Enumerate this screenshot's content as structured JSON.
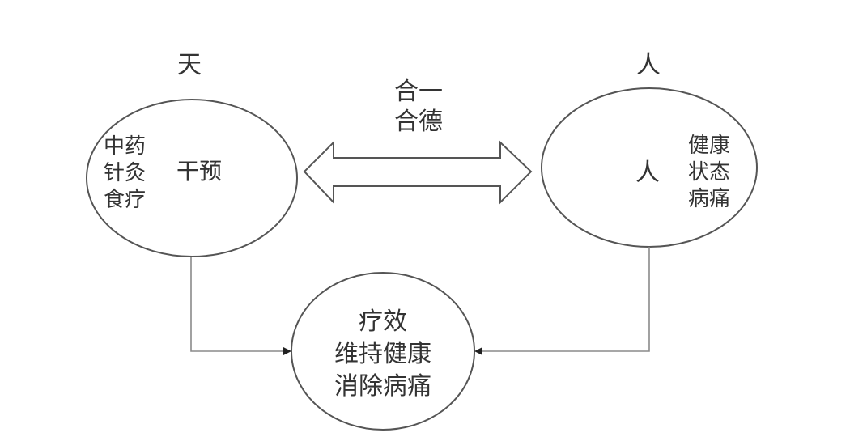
{
  "diagram": {
    "heaven_title": "天",
    "human_title": "人",
    "left_node": {
      "methods": [
        "中药",
        "针灸",
        "食疗"
      ],
      "label": "干预"
    },
    "right_node": {
      "label": "人",
      "states": [
        "健康",
        "状态",
        "病痛"
      ]
    },
    "link_label": [
      "合一",
      "合德"
    ],
    "bottom_node": {
      "lines": [
        "疗效",
        "维持健康",
        "消除病痛"
      ]
    },
    "colors": {
      "stroke": "#555555",
      "connector": "#8a8a8a",
      "text": "#333333"
    }
  }
}
